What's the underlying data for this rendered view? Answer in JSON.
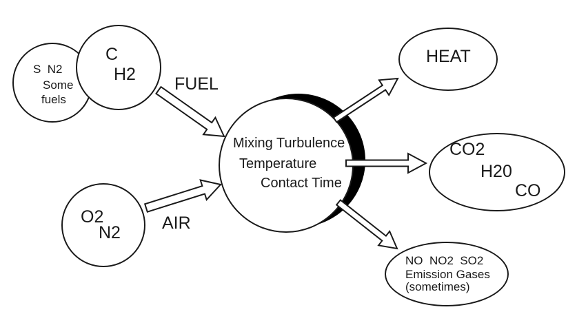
{
  "diagram": {
    "title": "combustion-process-diagram",
    "inputs": {
      "fuel_secondary": {
        "line1": "S  N2",
        "line2": "Some",
        "line3": "fuels"
      },
      "fuel_primary": {
        "line1": "C",
        "line2": "H2"
      },
      "fuel_label": "FUEL",
      "air": {
        "line1": "O2",
        "line2": "N2"
      },
      "air_label": "AIR"
    },
    "process": {
      "line1": "Mixing Turbulence",
      "line2": "Temperature",
      "line3": "Contact Time"
    },
    "outputs": {
      "heat": {
        "line1": "HEAT"
      },
      "products": {
        "line1": "CO2",
        "line2": "H20",
        "line3": "CO"
      },
      "emissions": {
        "line1": "NO  NO2  SO2",
        "line2": "Emission Gases",
        "line3": "(sometimes)"
      }
    },
    "colors": {
      "stroke": "#1a1a1a",
      "shadow": "#000000",
      "background": "#ffffff"
    }
  }
}
